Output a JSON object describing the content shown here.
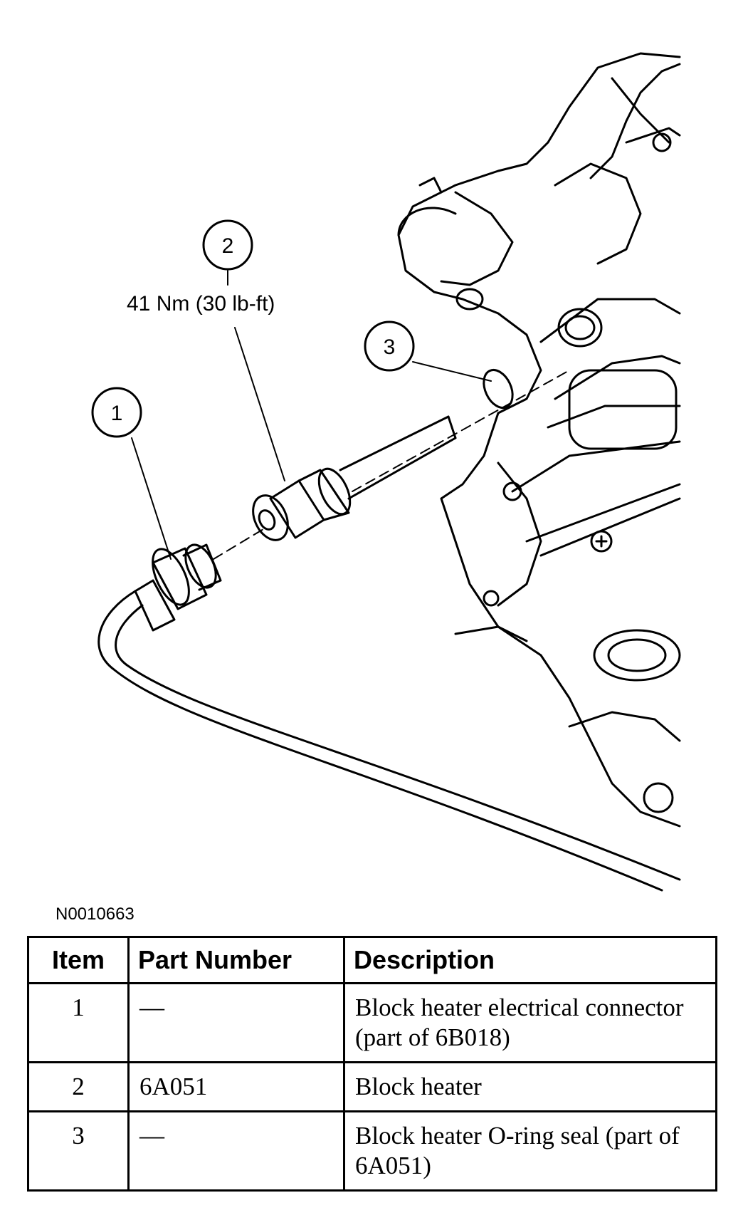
{
  "callouts": [
    {
      "number": "1"
    },
    {
      "number": "2",
      "torque": "41 Nm (30 lb-ft)"
    },
    {
      "number": "3"
    }
  ],
  "figure_id": "N0010663",
  "table": {
    "headers": [
      "Item",
      "Part Number",
      "Description"
    ],
    "rows": [
      {
        "item": "1",
        "part_number": "—",
        "description": "Block heater electrical connector (part of 6B018)"
      },
      {
        "item": "2",
        "part_number": "6A051",
        "description": "Block heater"
      },
      {
        "item": "3",
        "part_number": "—",
        "description": "Block heater O-ring seal (part of 6A051)"
      }
    ]
  }
}
